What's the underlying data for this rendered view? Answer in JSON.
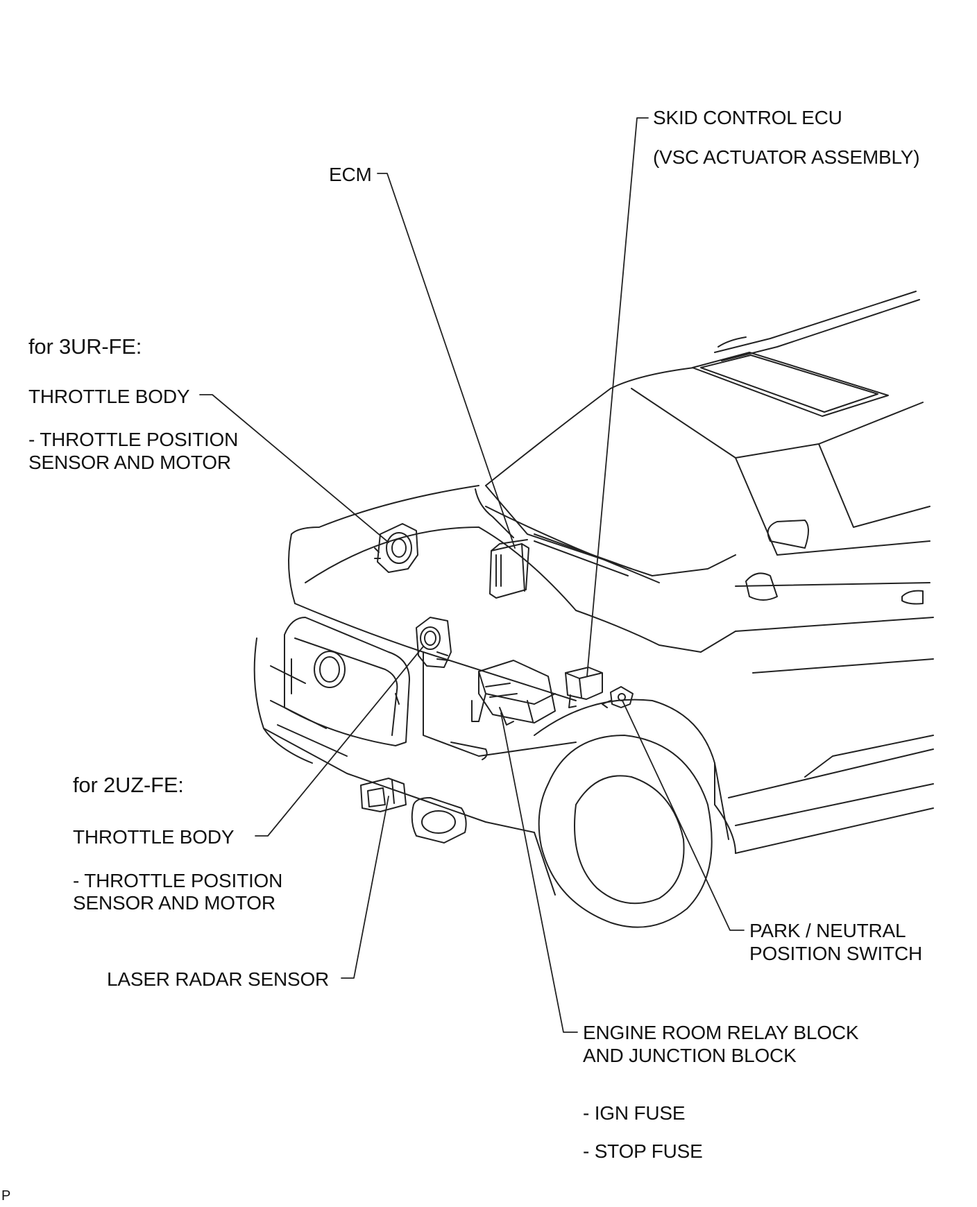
{
  "labels": {
    "skid_ecu": "SKID CONTROL ECU",
    "vsc_actuator": "(VSC ACTUATOR ASSEMBLY)",
    "ecm": "ECM",
    "for_3ur": "for 3UR-FE:",
    "throttle_body_3ur": "THROTTLE BODY",
    "tps_3ur_line1": "- THROTTLE POSITION",
    "tps_3ur_line2": "SENSOR AND MOTOR",
    "for_2uz": "for 2UZ-FE:",
    "throttle_body_2uz": "THROTTLE BODY",
    "tps_2uz_line1": "- THROTTLE POSITION",
    "tps_2uz_line2": "SENSOR AND MOTOR",
    "laser_radar": "LASER RADAR SENSOR",
    "park_neutral_line1": "PARK / NEUTRAL",
    "park_neutral_line2": "POSITION SWITCH",
    "relay_block_line1": "ENGINE ROOM RELAY BLOCK",
    "relay_block_line2": "AND JUNCTION BLOCK",
    "ign_fuse": "- IGN FUSE",
    "stop_fuse": "- STOP FUSE",
    "corner_mark": "P"
  }
}
